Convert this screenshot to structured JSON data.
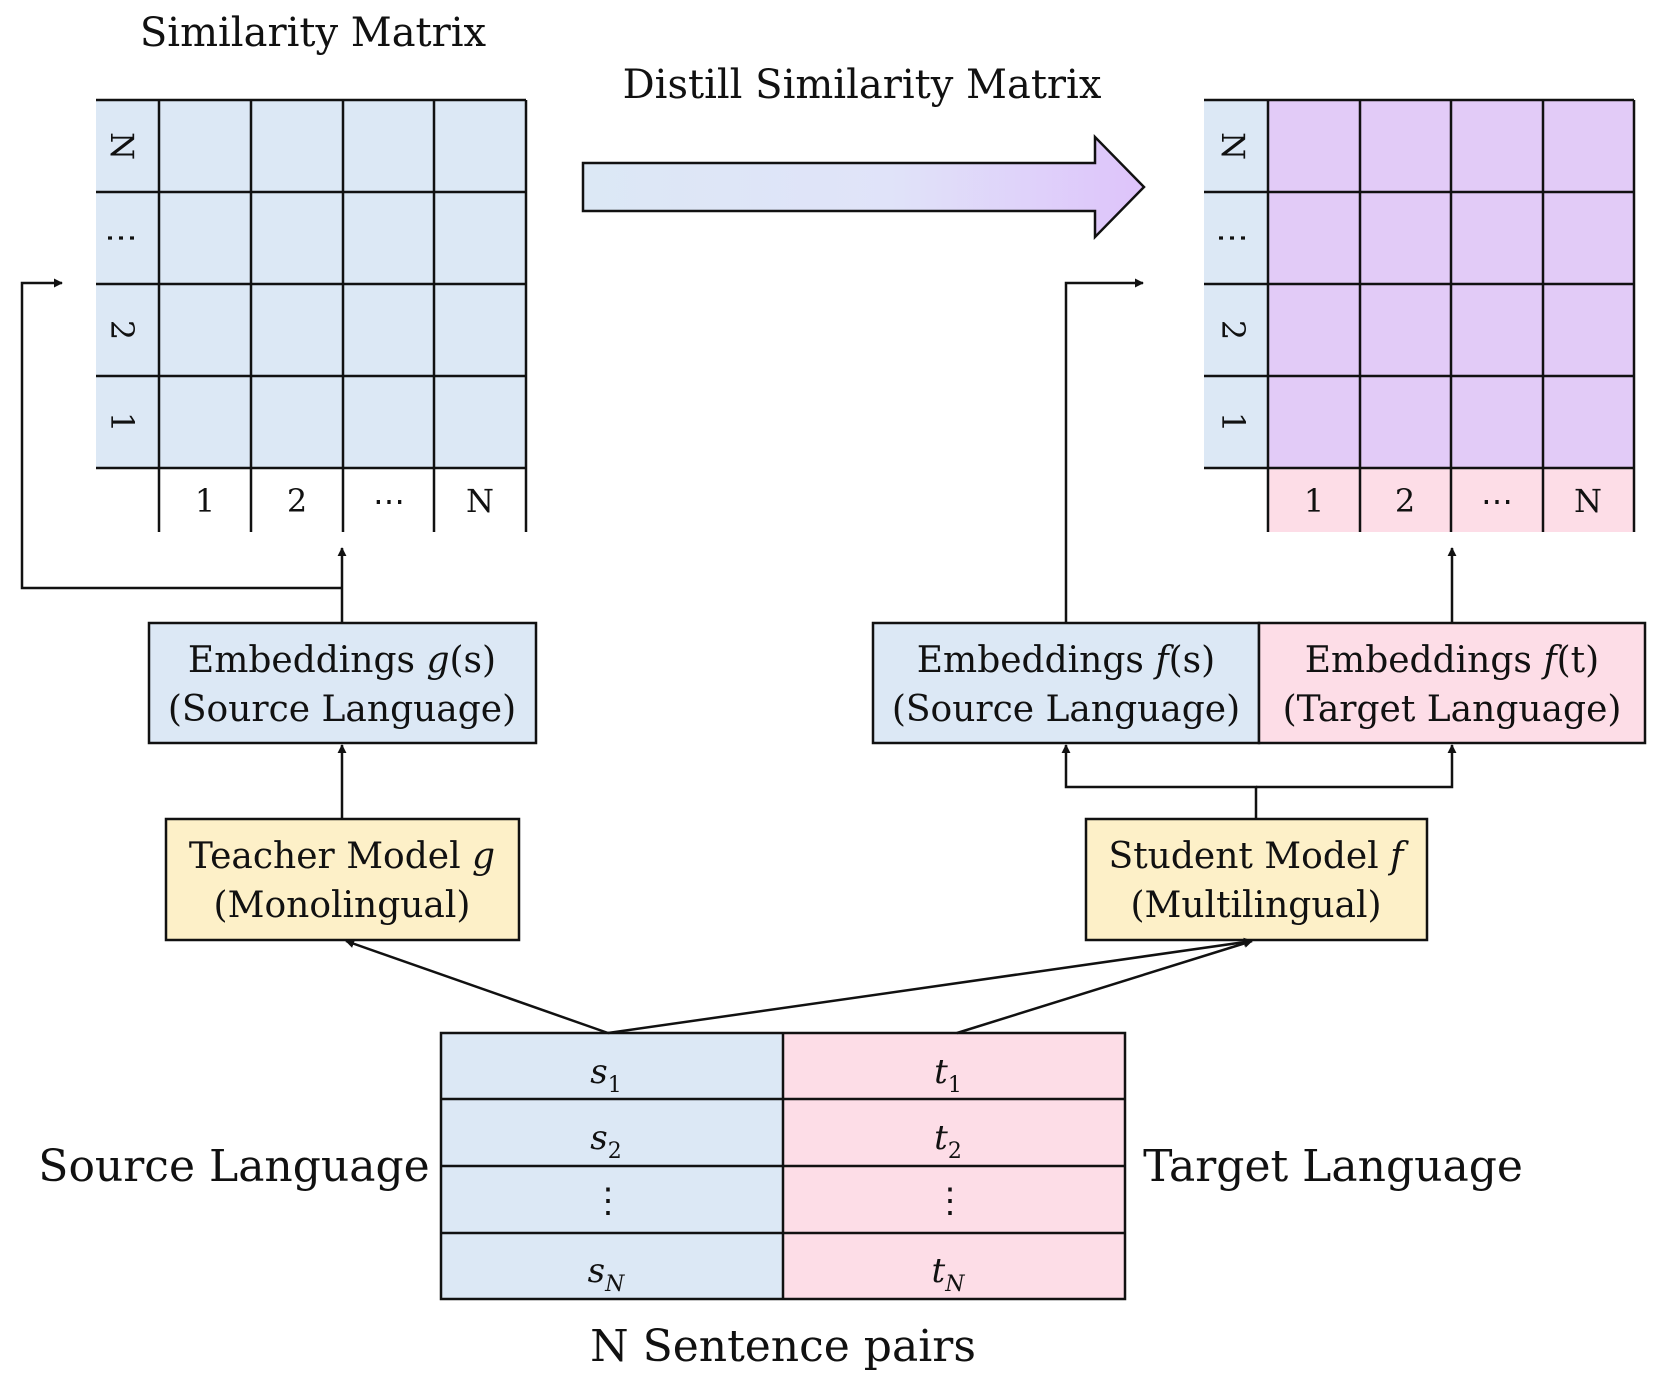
{
  "titles": {
    "teacher_matrix": "Similarity Matrix",
    "distill": "Distill Similarity Matrix",
    "sentence_pairs": "N Sentence pairs",
    "source_language": "Source Language",
    "target_language": "Target Language"
  },
  "matrix": {
    "row_labels": [
      "N",
      "⋮",
      "2",
      "1"
    ],
    "col_labels": [
      "1",
      "2",
      "⋯",
      "N"
    ]
  },
  "boxes": {
    "teacher_emb_line1": "Embeddings ",
    "teacher_emb_fn": "g",
    "teacher_emb_arg": "(s)",
    "teacher_emb_line2": "(Source Language)",
    "student_src_line1": "Embeddings ",
    "student_src_fn": "f",
    "student_src_arg": "(s)",
    "student_src_line2": "(Source Language)",
    "student_tgt_line1": "Embeddings ",
    "student_tgt_fn": "f",
    "student_tgt_arg": "(t)",
    "student_tgt_line2": "(Target Language)",
    "teacher_model_line1": "Teacher Model ",
    "teacher_model_var": "g",
    "teacher_model_line2": "(Monolingual)",
    "student_model_line1": "Student Model ",
    "student_model_var": "f",
    "student_model_line2": "(Multilingual)"
  },
  "pairs": {
    "source": [
      {
        "base": "s",
        "sub": "1"
      },
      {
        "base": "s",
        "sub": "2"
      },
      {
        "base": "⋮",
        "sub": ""
      },
      {
        "base": "s",
        "sub": "N"
      }
    ],
    "target": [
      {
        "base": "t",
        "sub": "1"
      },
      {
        "base": "t",
        "sub": "2"
      },
      {
        "base": "⋮",
        "sub": ""
      },
      {
        "base": "t",
        "sub": "N"
      }
    ]
  },
  "colors": {
    "blue": "#dce8f5",
    "purple": "#e2cbf7",
    "pink": "#fddde7",
    "yellow": "#fdf0c8",
    "stroke": "#111111"
  }
}
